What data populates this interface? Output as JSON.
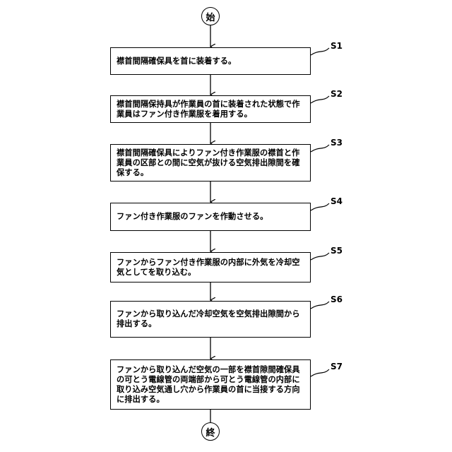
{
  "start": {
    "label": "始"
  },
  "end": {
    "label": "終"
  },
  "steps": [
    {
      "id": "S1",
      "text": "襟首間隔確保具を首に装着する。"
    },
    {
      "id": "S2",
      "text": "襟首間隔保持具が作業員の首に装着された状態で作業員はファン付き作業服を着用する。"
    },
    {
      "id": "S3",
      "text": "襟首間隔確保具によりファン付き作業服の襟首と作業員の区部との間に空気が抜ける空気排出隙間を確保する。"
    },
    {
      "id": "S4",
      "text": "ファン付き作業服のファンを作動させる。"
    },
    {
      "id": "S5",
      "text": "ファンからファン付き作業服の内部に外気を冷却空気としてを取り込む。"
    },
    {
      "id": "S6",
      "text": "ファンから取り込んだ冷却空気を空気排出隙間から排出する。"
    },
    {
      "id": "S7",
      "text": "ファンから取り込んだ空気の一部を襟首隙間確保具の可とう電線管の両端部から可とう電線管の内部に取り込み空気通し穴から作業員の首に当接する方向に排出する。"
    }
  ]
}
